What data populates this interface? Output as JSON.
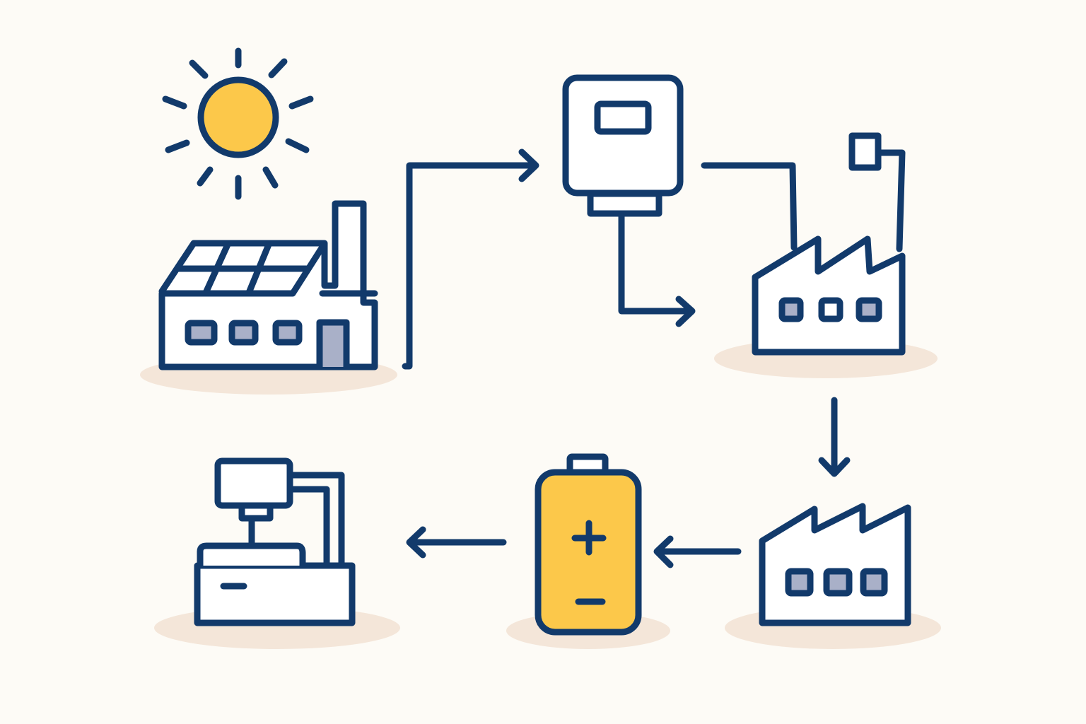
{
  "diagram": {
    "nodes": [
      {
        "id": "sun",
        "icon": "sun-icon"
      },
      {
        "id": "solar-factory",
        "icon": "solar-factory-icon"
      },
      {
        "id": "inverter",
        "icon": "inverter-icon"
      },
      {
        "id": "factory-upper",
        "icon": "factory-icon"
      },
      {
        "id": "factory-lower",
        "icon": "factory-icon"
      },
      {
        "id": "battery",
        "icon": "battery-icon",
        "symbols": [
          "+",
          "−"
        ]
      },
      {
        "id": "cash-register",
        "icon": "cash-register-icon"
      }
    ],
    "edges": [
      {
        "from": "solar-factory",
        "to": "inverter"
      },
      {
        "from": "inverter",
        "to": "factory-upper"
      },
      {
        "from": "factory-upper",
        "to": "factory-lower"
      },
      {
        "from": "factory-lower",
        "to": "battery"
      },
      {
        "from": "battery",
        "to": "cash-register"
      }
    ]
  },
  "colors": {
    "background": "#fdfbf6",
    "ink": "#123a6b",
    "accent_yellow": "#fcc84a",
    "window_fill": "#a9b0c8",
    "shadow": "#f4e6d9",
    "white": "#ffffff"
  }
}
